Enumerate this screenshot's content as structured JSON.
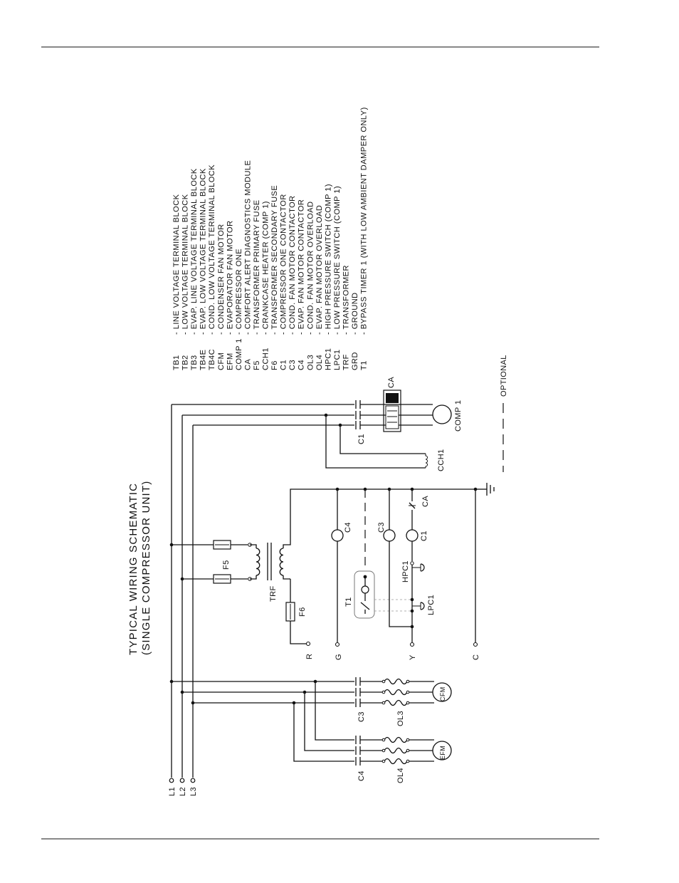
{
  "title": {
    "line1": "TYPICAL  WIRING  SCHEMATIC",
    "line2": "(SINGLE  COMPRESSOR  UNIT)"
  },
  "terminals": {
    "l1": "L1",
    "l2": "L2",
    "l3": "L3",
    "r": "R",
    "g": "G",
    "y": "Y",
    "c": "C"
  },
  "components": {
    "f5": "F5",
    "trf": "TRF",
    "f6": "F6",
    "t1": "T1",
    "c1": "C1",
    "c3": "C3",
    "c4": "C4",
    "ca": "CA",
    "hpc1": "HPC1",
    "lpc1": "LPC1",
    "cch1": "CCH1",
    "comp1": "COMP 1",
    "cfm": "CFM",
    "efm": "EFM",
    "ol3": "OL3",
    "ol4": "OL4"
  },
  "optional_label": "OPTIONAL",
  "legend": [
    {
      "code": "TB1",
      "desc": "- LINE  VOLTAGE  TERMINAL  BLOCK"
    },
    {
      "code": "TB2",
      "desc": "- LOW  VOLTAGE  TERMINAL  BLOCK"
    },
    {
      "code": "TB3",
      "desc": "- EVAP.  LINE  VOLTAGE  TERMINAL  BLOCK"
    },
    {
      "code": "TB4E",
      "desc": "- EVAP.  LOW  VOLTAGE  TERMINAL  BLOCK"
    },
    {
      "code": "TB4C",
      "desc": "- COND.  LOW  VOLTAGE  TERMINAL  BLOCK"
    },
    {
      "code": "CFM",
      "desc": "- CONDENSER  FAN  MOTOR"
    },
    {
      "code": "EFM",
      "desc": "- EVAPORATOR  FAN  MOTOR"
    },
    {
      "code": "COMP  1",
      "desc": "- COMPRESSOR  ONE"
    },
    {
      "code": "CA",
      "desc": "- COMFORT  ALERT  DIAGNOSTICS  MODULE"
    },
    {
      "code": "F5",
      "desc": "- TRANSFORMER  PRIMARY  FUSE"
    },
    {
      "code": "CCH1",
      "desc": "- CRANKCASE  HEATER  (COMP  1)"
    },
    {
      "code": "F6",
      "desc": "- TRANSFORMER  SECONDARY  FUSE"
    },
    {
      "code": "C1",
      "desc": "- COMPRESSOR  ONE  CONTACTOR"
    },
    {
      "code": "C3",
      "desc": "- COND.  FAN  MOTOR  CONTACTOR"
    },
    {
      "code": "C4",
      "desc": "- EVAP.  FAN  MOTOR  CONTACTOR"
    },
    {
      "code": "OL3",
      "desc": "- COND.  FAN  MOTOR  OVERLOAD"
    },
    {
      "code": "OL4",
      "desc": "- EVAP.  FAN  MOTOR  OVERLOAD"
    },
    {
      "code": "HPC1",
      "desc": "- HIGH  PRESSURE  SWITCH  (COMP  1)"
    },
    {
      "code": "LPC1",
      "desc": "- LOW  PRESSURE  SWITCH  (COMP  1)"
    },
    {
      "code": "TRF",
      "desc": "- TRANSFORMER"
    },
    {
      "code": "GRD",
      "desc": "- GROUND"
    },
    {
      "code": "T1",
      "desc": "- BYPASS  TIMER  1  (WITH  LOW  AMBIENT  DAMPER  ONLY)"
    }
  ]
}
